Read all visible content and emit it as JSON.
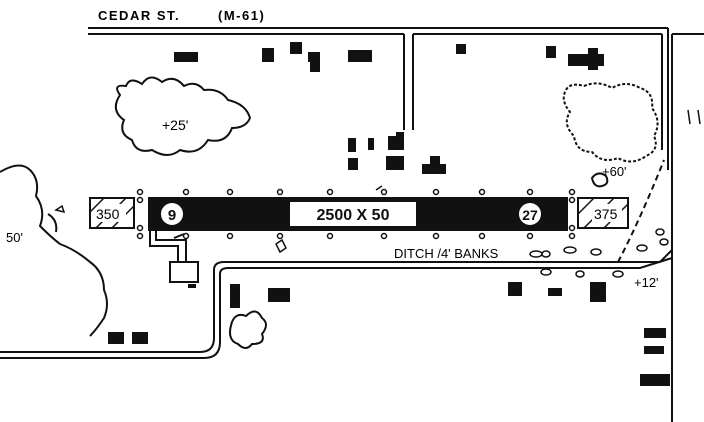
{
  "map": {
    "road_label": "CEDAR ST.",
    "road_route": "(M-61)",
    "runway": {
      "dimensions": "2500 X 50",
      "west_end_number": "9",
      "east_end_number": "27",
      "west_overrun": "350",
      "east_overrun": "375"
    },
    "ditch_label": "DITCH /4' BANKS",
    "elevations": {
      "trees_center": "+25'",
      "trees_east": "+60'",
      "east_lower": "+12'",
      "west_edge": "50'"
    }
  },
  "colors": {
    "ink": "#111111",
    "paper": "#ffffff",
    "runway_fill": "#111111",
    "runway_label_bg": "#ffffff"
  }
}
